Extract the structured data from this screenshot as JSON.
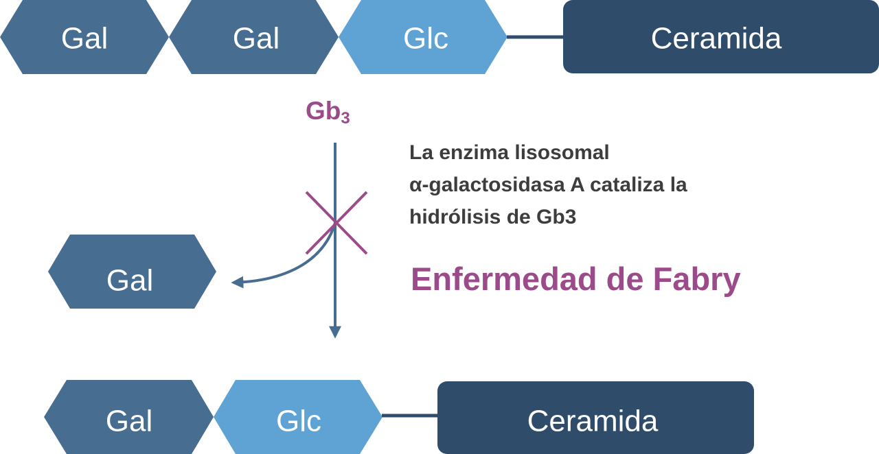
{
  "colors": {
    "gal": "#476d91",
    "glc": "#5fa3d4",
    "ceramide": "#2f4d6a",
    "arrow": "#476d91",
    "accent": "#9b4a8a",
    "text_dark": "#3d3d3f",
    "text_light": "#ffffff"
  },
  "top_chain": {
    "gal_1": "Gal",
    "gal_2": "Gal",
    "glc": "Glc",
    "ceramide": "Ceramida"
  },
  "substrate": {
    "base": "Gb",
    "subscript": "3"
  },
  "enzyme_description": [
    "La enzima lisosomal",
    "α-galactosidasa A cataliza la",
    "hidrólisis de Gb3"
  ],
  "disease_label": "Enfermedad de Fabry",
  "released_sugar": "Gal",
  "blocked_reaction_icon": "cross-icon",
  "bottom_chain": {
    "gal": "Gal",
    "glc": "Glc",
    "ceramide": "Ceramida"
  }
}
